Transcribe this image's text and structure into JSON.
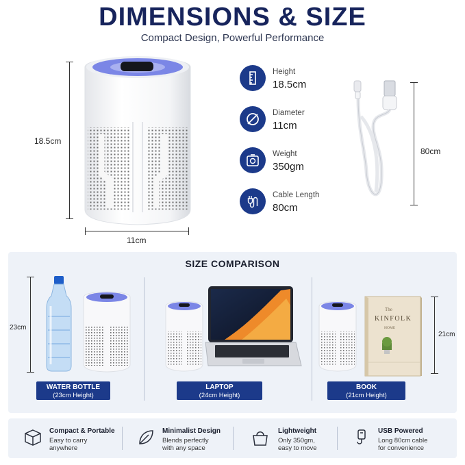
{
  "header": {
    "title": "DIMENSIONS & SIZE",
    "subtitle": "Compact Design, Powerful Performance"
  },
  "main_product": {
    "height_label": "18.5cm",
    "width_label": "11cm"
  },
  "specs": [
    {
      "label": "Height",
      "value": "18.5cm",
      "icon": "ruler-icon"
    },
    {
      "label": "Diameter",
      "value": "11cm",
      "icon": "diameter-icon"
    },
    {
      "label": "Weight",
      "value": "350gm",
      "icon": "scale-icon"
    },
    {
      "label": "Cable Length",
      "value": "80cm",
      "icon": "cable-icon"
    }
  ],
  "cable": {
    "length_label": "80cm"
  },
  "comparison": {
    "title": "SIZE COMPARISON",
    "items": [
      {
        "name": "WATER BOTTLE",
        "detail": "(23cm Height)",
        "dim_label": "23cm"
      },
      {
        "name": "LAPTOP",
        "detail": "(24cm Height)"
      },
      {
        "name": "BOOK",
        "detail": "(21cm Height)",
        "dim_label": "21cm",
        "book_brand": "KINFOLK",
        "book_the": "The",
        "book_sub": "HOME"
      }
    ]
  },
  "features": [
    {
      "title": "Compact & Portable",
      "line1": "Easy to carry",
      "line2": "anywhere",
      "icon": "box-icon"
    },
    {
      "title": "Minimalist Design",
      "line1": "Blends perfectly",
      "line2": "with any space",
      "icon": "leaf-icon"
    },
    {
      "title": "Lightweight",
      "line1": "Only 350gm,",
      "line2": "easy to move",
      "icon": "bag-icon"
    },
    {
      "title": "USB Powered",
      "line1": "Long 80cm cable",
      "line2": "for convenience",
      "icon": "usb-plug-icon"
    }
  ],
  "colors": {
    "brand": "#1c3a8a",
    "title": "#17245c",
    "panel": "#eef2f8",
    "fan": "#7b86e6"
  }
}
